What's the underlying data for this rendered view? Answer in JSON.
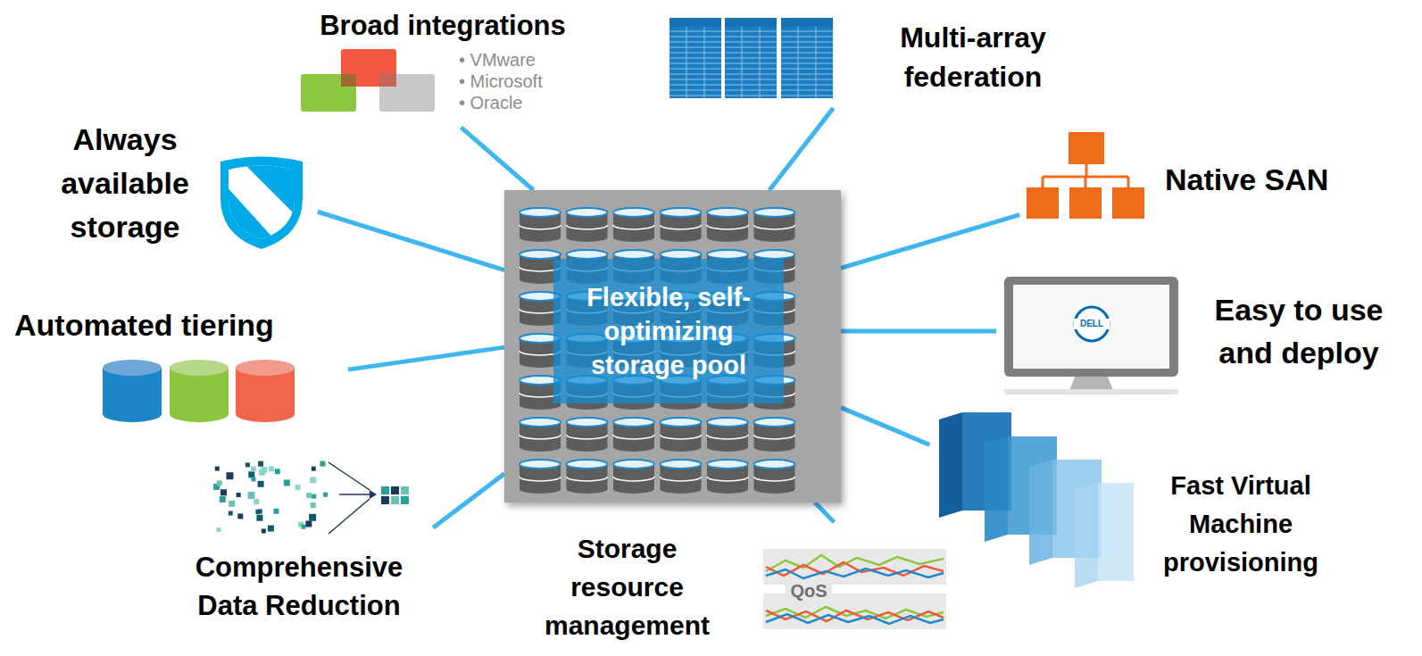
{
  "diagram": {
    "nodes": [
      {
        "text": [
          "Broad integrations",
          "• VMware",
          "• Microsoft",
          "• Oracle"
        ]
      },
      {
        "text": [
          "Multi-array federation"
        ]
      },
      {
        "text": [
          "Always available storage"
        ]
      },
      {
        "text": [
          "Native SAN"
        ]
      },
      {
        "text": [
          "Flexible, self-optimizing storage pool"
        ]
      },
      {
        "text": [
          "Automated tiering"
        ]
      },
      {
        "text": [
          "Easy to use and deploy"
        ]
      },
      {
        "text": [
          "Fast Virtual Machine provisioning"
        ]
      },
      {
        "text": [
          "Comprehensive Data Reduction"
        ]
      },
      {
        "text": [
          "Storage resource management"
        ]
      }
    ],
    "edges": [
      {
        "from": 4,
        "to": 0,
        "arrow": "none"
      },
      {
        "from": 4,
        "to": 1,
        "arrow": "none"
      },
      {
        "from": 4,
        "to": 2,
        "arrow": "none"
      },
      {
        "from": 4,
        "to": 3,
        "arrow": "none"
      },
      {
        "from": 4,
        "to": 5,
        "arrow": "none"
      },
      {
        "from": 4,
        "to": 6,
        "arrow": "none"
      },
      {
        "from": 4,
        "to": 7,
        "arrow": "none"
      },
      {
        "from": 4,
        "to": 8,
        "arrow": "none"
      },
      {
        "from": 4,
        "to": 9,
        "arrow": "none"
      }
    ],
    "labels": [
      "QoS",
      "DELL"
    ]
  }
}
